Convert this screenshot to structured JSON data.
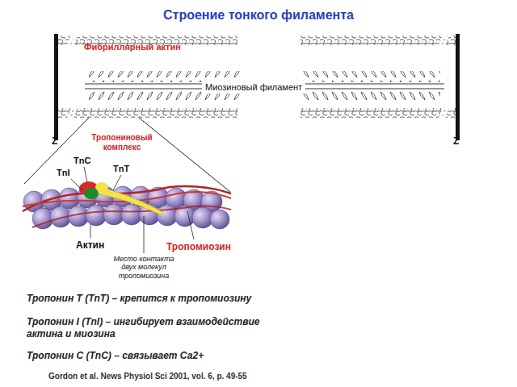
{
  "diagram": {
    "title": "Строение тонкого филамента",
    "labels": [
      "Фибриллярный актин",
      "Миозиновый филамент",
      "Z",
      "Z",
      "Тропониновый комплекс",
      "TnC",
      "TnI",
      "TnT",
      "Актин",
      "Тропомиозин",
      "Место контакта двух молекул тропомиозина",
      "Тропонин Т (TnT) – крепится к тропомиозину",
      "Тропонин I (TnI) – ингибирует взаимодействие актина и миозина",
      "Тропонин С (TnC) – связывает Са2+",
      "Gordon et al. News Physiol Sci 2001, vol. 6, p. 49-55"
    ]
  }
}
